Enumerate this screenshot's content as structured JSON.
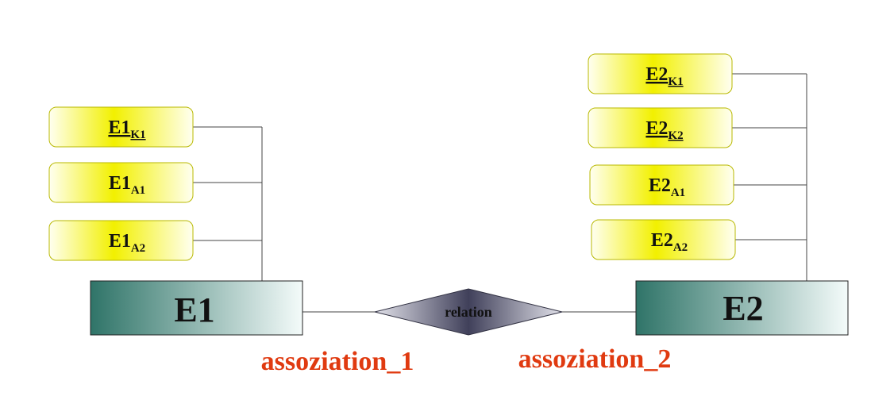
{
  "colors": {
    "attribute_fill_light": "#fffff0",
    "attribute_fill_dark": "#f2f000",
    "entity_fill_dark": "#2f7468",
    "entity_fill_light": "#f4fbfa",
    "relation_fill_light": "#e2e2ea",
    "relation_fill_dark": "#40405a",
    "association_text": "#e03a10",
    "connector": "#444444"
  },
  "entities": [
    {
      "id": "e1",
      "label": "E1"
    },
    {
      "id": "e2",
      "label": "E2"
    }
  ],
  "relation": {
    "label": "relation"
  },
  "attributes": [
    {
      "id": "e1-k1",
      "entity": "E1",
      "base": "E1",
      "sub": "K1",
      "key": true
    },
    {
      "id": "e1-a1",
      "entity": "E1",
      "base": "E1",
      "sub": "A1",
      "key": false
    },
    {
      "id": "e1-a2",
      "entity": "E1",
      "base": "E1",
      "sub": "A2",
      "key": false
    },
    {
      "id": "e2-k1",
      "entity": "E2",
      "base": "E2",
      "sub": "K1",
      "key": true
    },
    {
      "id": "e2-k2",
      "entity": "E2",
      "base": "E2",
      "sub": "K2",
      "key": true
    },
    {
      "id": "e2-a1",
      "entity": "E2",
      "base": "E2",
      "sub": "A1",
      "key": false
    },
    {
      "id": "e2-a2",
      "entity": "E2",
      "base": "E2",
      "sub": "A2",
      "key": false
    }
  ],
  "associations": [
    {
      "id": "assoc-1",
      "label": "assoziation_1"
    },
    {
      "id": "assoc-2",
      "label": "assoziation_2"
    }
  ]
}
